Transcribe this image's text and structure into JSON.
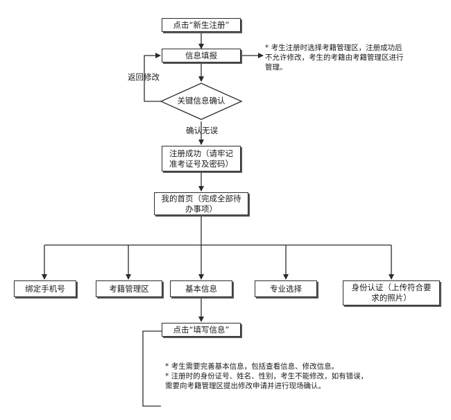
{
  "nodes": {
    "register_click": "点击“新生注册”",
    "info_fill": "信息填报",
    "key_confirm": "关键信息确认",
    "reg_success": "注册成功（请牢记准考证号及密码）",
    "home": "我的首页（完成全部待办事项）",
    "bind_phone": "绑定手机号",
    "exam_office": "考籍管理区",
    "basic_info": "基本信息",
    "major_select": "专业选择",
    "id_verify": "身份认证（上传符合要求的照片）",
    "fill_info_click": "点击“填写信息”"
  },
  "edges": {
    "return_modify": "返回修改",
    "confirm_ok": "确认无误"
  },
  "notes": {
    "note1": "* 考生注册时选择考籍管理区，注册成功后不允许修改，考生的考籍由考籍管理区进行管理。",
    "note2a": "* 考生需要完善基本信息，包括查看信息、修改信息。",
    "note2b": "* 注册时的身份证号、姓名、性别，考生不能修改，如有错误，需要向考籍管理区提出修改申请并进行现场确认。"
  }
}
